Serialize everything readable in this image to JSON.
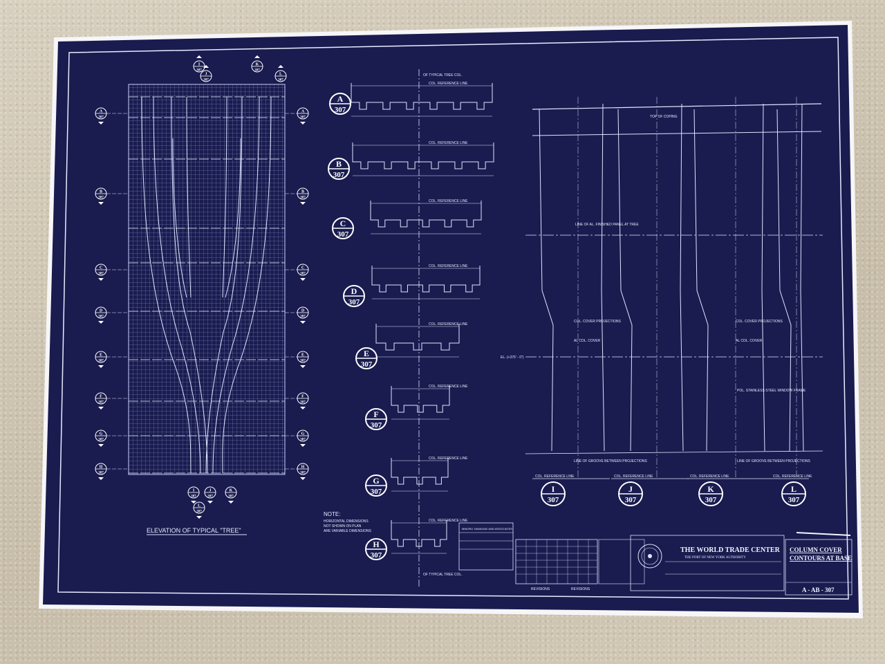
{
  "sheet": {
    "elevation_title": "ELEVATION OF TYPICAL \"TREE\"",
    "note": {
      "heading": "NOTE:",
      "lines": [
        "HORIZONTAL DIMENSIONS",
        "NOT SHOWN ON PLAN",
        "ARE VARIABLE DIMENSIONS"
      ]
    },
    "sheet_number_ref": "307",
    "sections_middle": [
      "A",
      "B",
      "C",
      "D",
      "E",
      "F",
      "G",
      "H"
    ],
    "sections_right": [
      "I",
      "J",
      "K",
      "L"
    ],
    "elevation_markers": [
      "A",
      "B",
      "C",
      "D",
      "E",
      "F",
      "G",
      "H"
    ],
    "top_markers": [
      "I",
      "J",
      "K",
      "L"
    ],
    "col_reference_line": "COL. REFERENCE LINE",
    "of_typical_tree_col": "OF TYPICAL TREE COL.",
    "right_labels": {
      "top_of_coping": "TOP OF COPING",
      "line_of_al_panel": "LINE OF AL. FINISHED PANEL AT TREE",
      "col_cover_projections": "COL. COVER PROJECTIONS",
      "al_col_cover": "AL COL. COVER",
      "stainless_frame": "POL. STAINLESS STEEL WINDOW FRAME",
      "line_of_groove": "LINE OF GROOVE BETWEEN PROJECTIONS",
      "elevation_mark": "EL. (+375' - 0\")"
    },
    "revisions_label": "REVISIONS",
    "title_block": {
      "project": "THE WORLD TRADE CENTER",
      "authority": "THE PORT OF NEW YORK AUTHORITY",
      "drawing_title_1": "COLUMN COVER",
      "drawing_title_2": "CONTOURS AT BASE",
      "drawing_number": "A - AB - 307",
      "architect_box": "MINORU YAMASAKI AND ASSOCIATES"
    }
  },
  "colors": {
    "blueprint": "#1a1c4f",
    "ink": "#dfe6ff",
    "border": "#ffffff",
    "floor": "#cfc6b4"
  }
}
